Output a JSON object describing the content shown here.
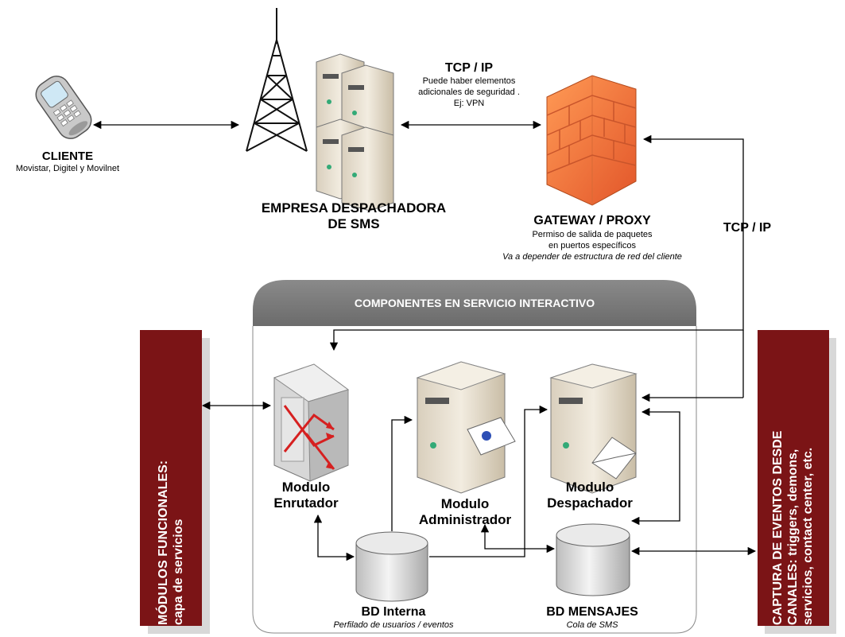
{
  "client": {
    "title": "CLIENTE",
    "subtitle": "Movistar, Digitel y Movilnet"
  },
  "empresa": {
    "line1": "EMPRESA DESPACHADORA",
    "line2": "DE SMS"
  },
  "tcp_top": {
    "title": "TCP / IP",
    "line1": "Puede haber elementos",
    "line2": "adicionales de seguridad .",
    "line3": "Ej: VPN"
  },
  "gateway": {
    "title": "GATEWAY / PROXY",
    "line1": "Permiso de salida de paquetes",
    "line2": "en puertos específicos",
    "line3": "Va a depender de estructura de red del cliente"
  },
  "tcp_right": {
    "title": "TCP / IP"
  },
  "panel": {
    "title": "COMPONENTES EN SERVICIO INTERACTIVO"
  },
  "enrutador": {
    "line1": "Modulo",
    "line2": "Enrutador"
  },
  "administrador": {
    "line1": "Modulo",
    "line2": "Administrador"
  },
  "despachador": {
    "line1": "Modulo",
    "line2": "Despachador"
  },
  "bd_interna": {
    "title": "BD Interna",
    "subtitle": "Perfilado de usuarios  / eventos"
  },
  "bd_mensajes": {
    "title": "BD MENSAJES",
    "subtitle": "Cola de SMS"
  },
  "left_box": {
    "line1": "MÓDULOS FUNCIONALES:",
    "line2": "capa de servicios"
  },
  "right_box": {
    "line1": "CAPTURA DE EVENTOS DESDE",
    "line2": "CANALES: triggers, demons,",
    "line3": "servicios, contact center, etc."
  },
  "colors": {
    "panel_header": "#7a7a7a",
    "side_box": "#7b1416",
    "firewall": "#f07a3a",
    "router_arrow": "#d62020"
  }
}
